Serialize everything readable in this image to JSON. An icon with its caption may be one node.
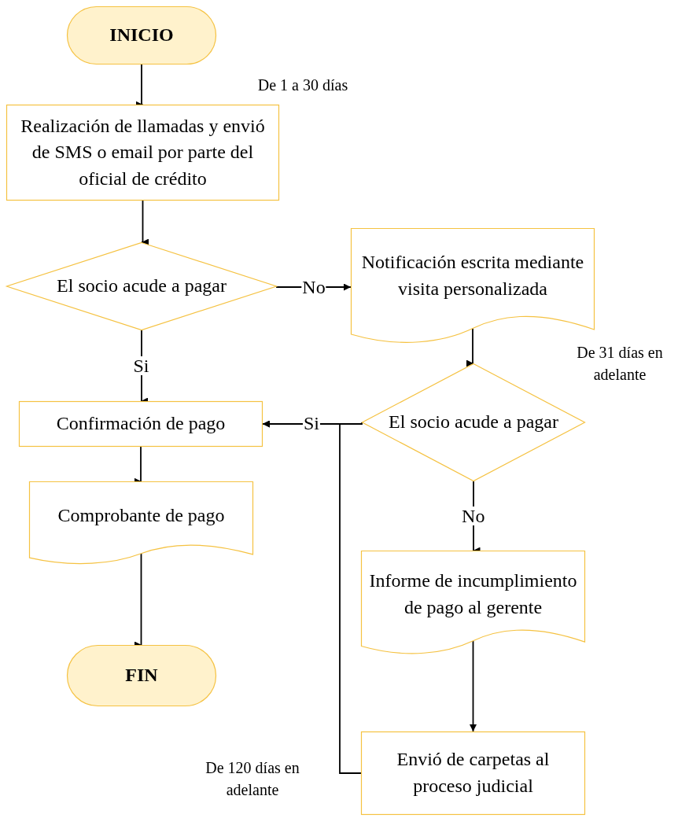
{
  "diagram": {
    "nodes": [
      {
        "text": [
          "INICIO"
        ]
      },
      {
        "text": [
          "Realización de llamadas y envió de SMS o email por parte del oficial de crédito"
        ]
      },
      {
        "text": [
          "El socio acude a pagar"
        ]
      },
      {
        "text": [
          "Notificación escrita mediante visita personalizada"
        ]
      },
      {
        "text": [
          "Confirmación de pago"
        ]
      },
      {
        "text": [
          "Comprobante de pago"
        ]
      },
      {
        "text": [
          "FIN"
        ]
      },
      {
        "text": [
          "El socio acude a pagar"
        ]
      },
      {
        "text": [
          "Informe de incumplimiento de pago al gerente"
        ]
      },
      {
        "text": [
          "Envió de carpetas al proceso judicial"
        ]
      }
    ],
    "edges": [
      {
        "from": 0,
        "to": 1,
        "arrow": "to"
      },
      {
        "from": 1,
        "to": 2,
        "arrow": "to"
      },
      {
        "from": 2,
        "to": 3,
        "arrow": "to",
        "label": "No"
      },
      {
        "from": 2,
        "to": 4,
        "arrow": "to",
        "label": "Si"
      },
      {
        "from": 3,
        "to": 7,
        "arrow": "to"
      },
      {
        "from": 7,
        "to": 4,
        "arrow": "to",
        "label": "Si"
      },
      {
        "from": 7,
        "to": 8,
        "arrow": "to",
        "label": "No"
      },
      {
        "from": 4,
        "to": 5,
        "arrow": "to"
      },
      {
        "from": 5,
        "to": 6,
        "arrow": "to"
      },
      {
        "from": 8,
        "to": 9,
        "arrow": "to"
      },
      {
        "from": 9,
        "to": 4,
        "arrow": "to"
      }
    ],
    "labels": [
      "De 1 a 30 días",
      "De 31 días en adelante",
      "De 120 días en adelante"
    ]
  }
}
